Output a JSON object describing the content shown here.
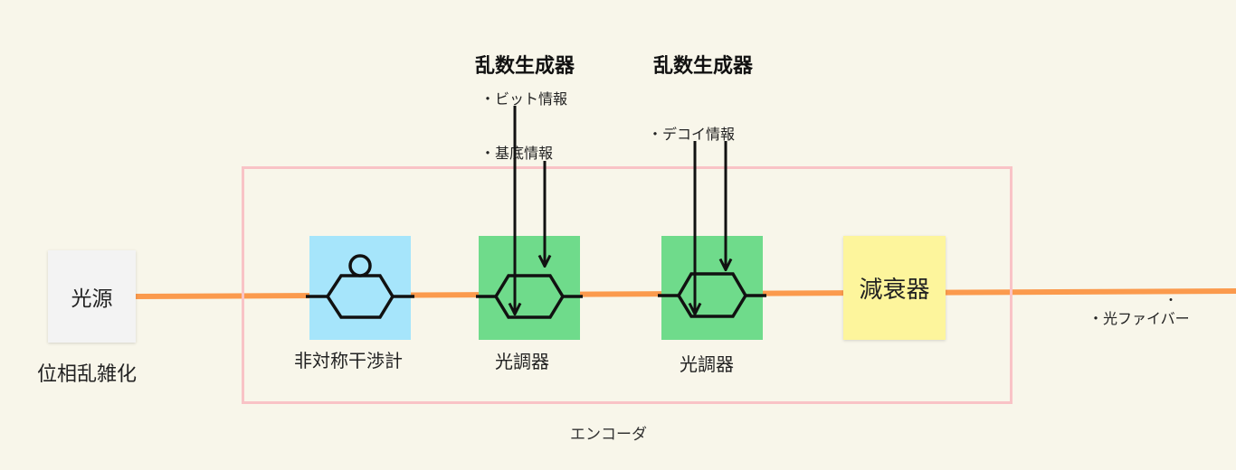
{
  "light_source": {
    "label": "光源",
    "caption": "位相乱雑化",
    "color": "#f3f3f3"
  },
  "encoder": {
    "label": "エンコーダ",
    "border_color": "#f9c3c6"
  },
  "interferometer": {
    "label": "非対称干渉計",
    "color": "#a6e5fb"
  },
  "modulator_1": {
    "label": "光調器",
    "color": "#6fdb8b"
  },
  "modulator_2": {
    "label": "光調器",
    "color": "#6fdb8b"
  },
  "attenuator": {
    "label": "減衰器",
    "color": "#fdf59c"
  },
  "rng_1": {
    "title": "乱数生成器",
    "info_1": "・ビット情報",
    "info_2": "・基底情報"
  },
  "rng_2": {
    "title": "乱数生成器",
    "info_1": "・デコイ情報"
  },
  "fiber": {
    "label": "・光ファイバー",
    "dot": "・",
    "color": "#fb9a4d"
  }
}
